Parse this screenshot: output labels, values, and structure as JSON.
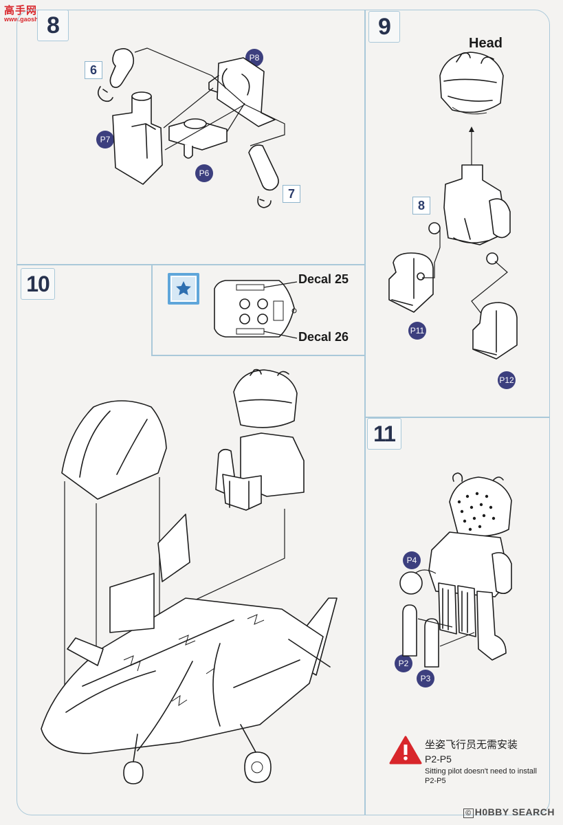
{
  "watermark_logo": {
    "main": "高手网",
    "sub": "www.gaoshou.com"
  },
  "steps": {
    "s8": {
      "number": "8",
      "sub_steps": [
        "6",
        "7"
      ],
      "parts": [
        "P8",
        "P7",
        "P6"
      ]
    },
    "s9": {
      "number": "9",
      "label": "Head",
      "sub_step": "8",
      "parts": [
        "P11",
        "P12"
      ]
    },
    "s10": {
      "number": "10",
      "decals": [
        "Decal 25",
        "Decal 26"
      ]
    },
    "s11": {
      "number": "11",
      "parts": [
        "P4",
        "P2",
        "P3"
      ]
    }
  },
  "note": {
    "cn": "坐姿飞行员无需安装",
    "parts": "P2-P5",
    "en": "Sitting pilot doesn't need to install P2-P5"
  },
  "footer_watermark": {
    "mark": "©",
    "brand": "H0BBY SEARCH"
  },
  "colors": {
    "frame": "#a9c8d9",
    "part_badge": "#3c3f7e",
    "warning": "#d8262b",
    "star_box": "#5fa6da"
  }
}
